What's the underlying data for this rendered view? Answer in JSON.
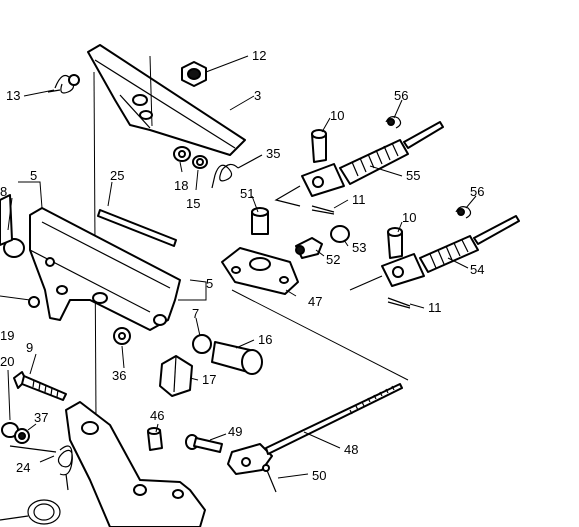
{
  "labels": {
    "l3": "3",
    "l5a": "5",
    "l5b": "5",
    "l8": "8",
    "l9": "9",
    "l10a": "10",
    "l10b": "10",
    "l11a": "11",
    "l11b": "11",
    "l12": "12",
    "l13": "13",
    "l15": "15",
    "l16": "16",
    "l17": "17",
    "l18": "18",
    "l19": "19",
    "l20": "20",
    "l24": "24",
    "l25": "25",
    "l35": "35",
    "l36": "36",
    "l37": "37",
    "l46": "46",
    "l47": "47",
    "l48": "48",
    "l49": "49",
    "l50": "50",
    "l51": "51",
    "l52": "52",
    "l53": "53",
    "l54": "54",
    "l55": "55",
    "l56a": "56",
    "l56b": "56"
  }
}
